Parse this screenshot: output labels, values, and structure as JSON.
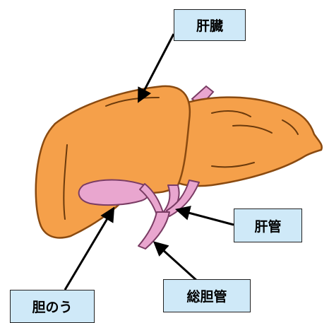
{
  "labels": {
    "liver": "肝臓",
    "hepatic_duct": "肝管",
    "common_bile_duct": "総胆管",
    "gallbladder": "胆のう"
  },
  "colors": {
    "liver_fill": "#f5a04a",
    "liver_outline": "#8a4a10",
    "duct_fill": "#e9a6cf",
    "duct_outline": "#7a3c64",
    "label_bg": "#cfe9f8",
    "arrow": "#000000"
  }
}
